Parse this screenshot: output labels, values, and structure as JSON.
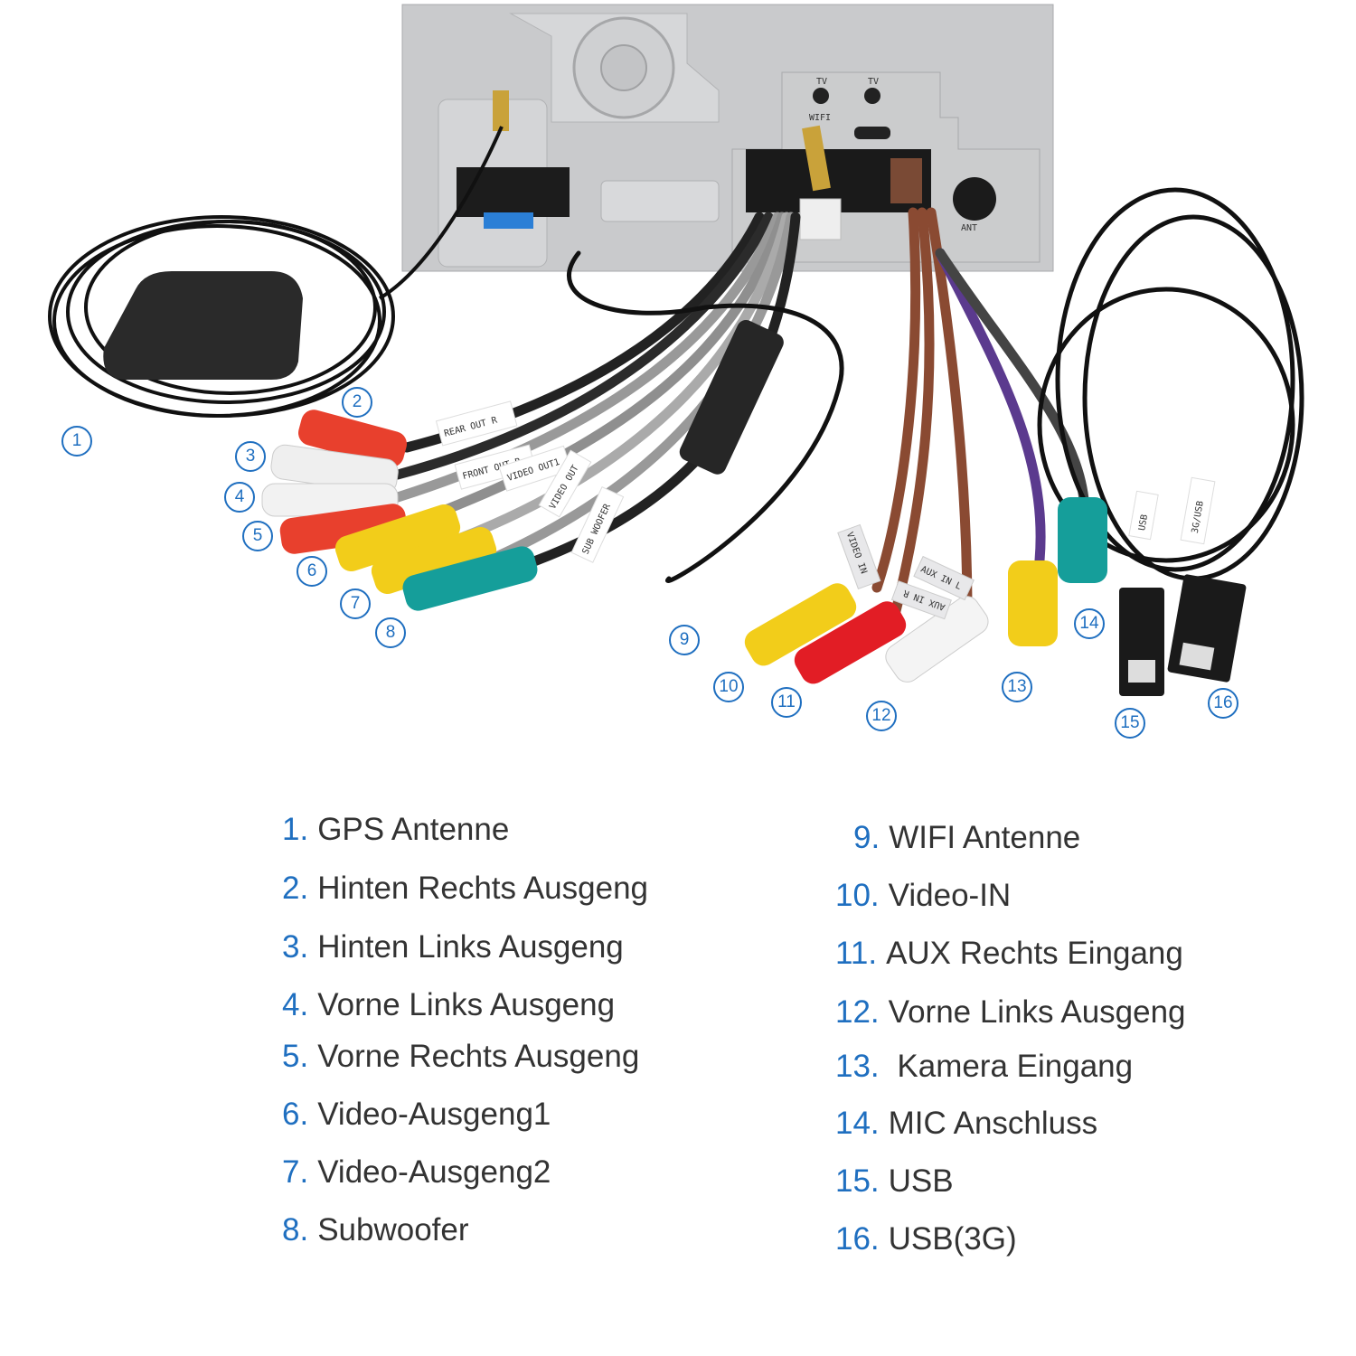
{
  "tags": {
    "rear_out_r": "REAR OUT R",
    "front_out_r": "FRONT OUT R",
    "video_out1": "VIDEO OUT1",
    "video_out2": "VIDEO OUT",
    "subwoofer": "SUB WOOFER",
    "video_in": "VIDEO IN",
    "aux_in_l": "AUX IN L",
    "aux_in_r": "AUX IN R",
    "usb_3g": "3G/USB",
    "usb": "USB",
    "wifi": "WIFI",
    "tv1": "TV",
    "tv2": "TV",
    "ant": "ANT"
  },
  "callouts": [
    "1",
    "2",
    "3",
    "4",
    "5",
    "6",
    "7",
    "8",
    "9",
    "10",
    "11",
    "12",
    "13",
    "14",
    "15",
    "16"
  ],
  "legend": {
    "left": [
      {
        "num": "1.",
        "label": "GPS Antenne"
      },
      {
        "num": "2.",
        "label": "Hinten Rechts Ausgeng"
      },
      {
        "num": "3.",
        "label": "Hinten Links Ausgeng"
      },
      {
        "num": "4.",
        "label": "Vorne Links Ausgeng"
      },
      {
        "num": "5.",
        "label": "Vorne Rechts Ausgeng"
      },
      {
        "num": "6.",
        "label": "Video-Ausgeng1"
      },
      {
        "num": "7.",
        "label": "Video-Ausgeng2"
      },
      {
        "num": "8.",
        "label": "Subwoofer"
      }
    ],
    "right": [
      {
        "num": "9.",
        "label": "WIFI Antenne"
      },
      {
        "num": "10.",
        "label": "Video-IN"
      },
      {
        "num": "11.",
        "label": "AUX Rechts Eingang"
      },
      {
        "num": "12.",
        "label": "Vorne Links Ausgeng"
      },
      {
        "num": "13.",
        "label": " Kamera Eingang"
      },
      {
        "num": "14.",
        "label": "MIC Anschluss"
      },
      {
        "num": "15.",
        "label": "USB"
      },
      {
        "num": "16.",
        "label": "USB(3G)"
      }
    ]
  },
  "colors": {
    "accent": "#1f6fc0",
    "text": "#333333"
  }
}
